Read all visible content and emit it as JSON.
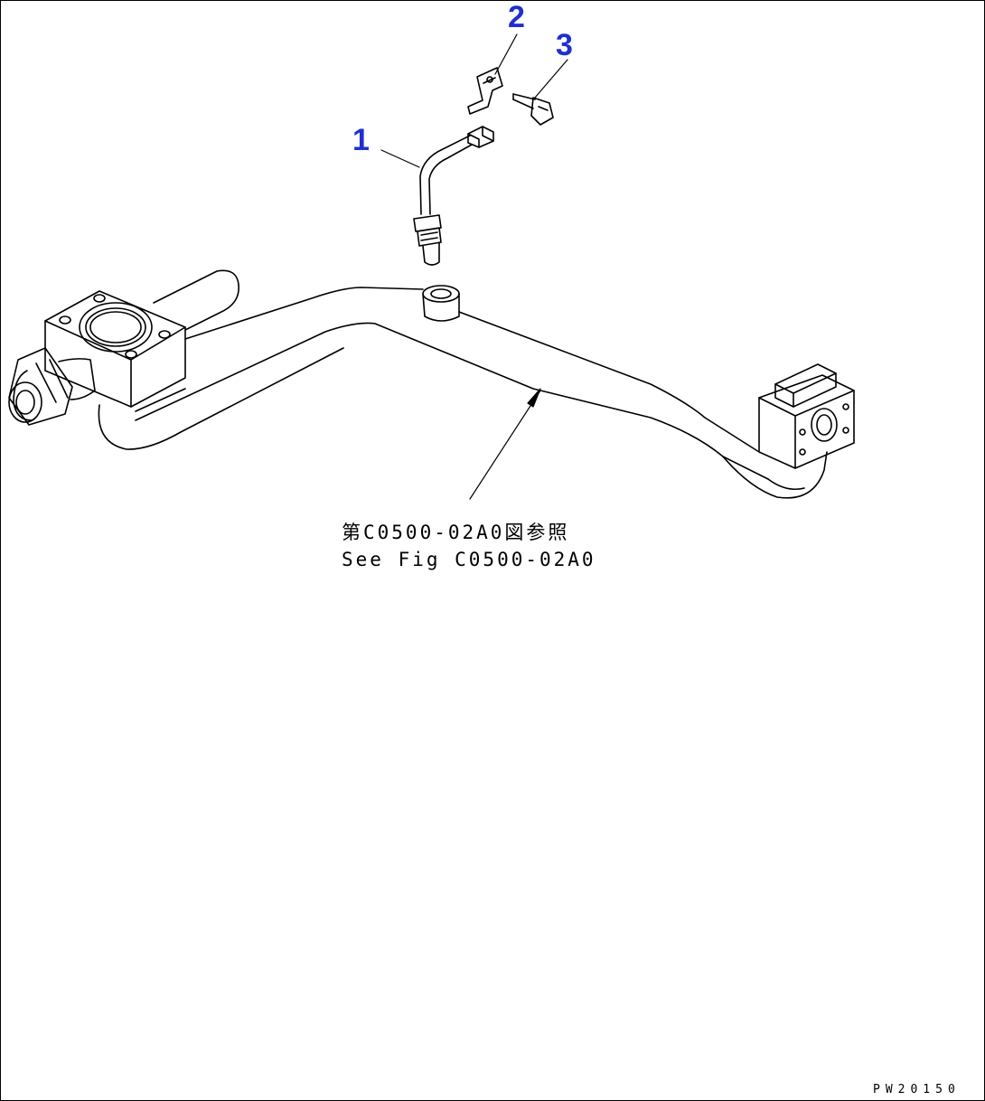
{
  "callouts": [
    {
      "label": "1"
    },
    {
      "label": "2"
    },
    {
      "label": "3"
    }
  ],
  "reference_note": {
    "line_jp": "第C0500-02A0図参照",
    "line_en": "See Fig C0500-02A0"
  },
  "drawing_code": "PW20150",
  "colors": {
    "line": "#000000",
    "callout": "#1f2fd0",
    "background": "#ffffff"
  }
}
